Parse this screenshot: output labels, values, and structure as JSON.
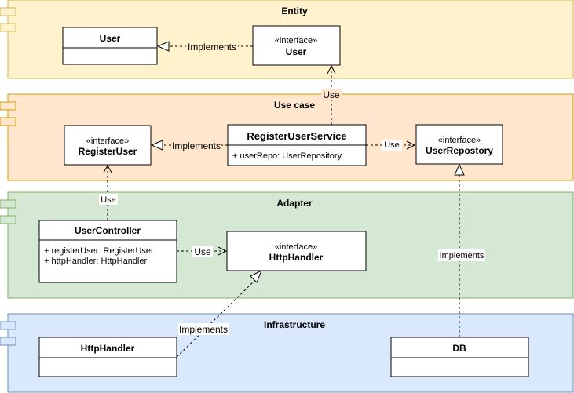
{
  "colors": {
    "entity_fill": "#fff2cc",
    "entity_stroke": "#d6b656",
    "usecase_fill": "#ffe6cc",
    "usecase_stroke": "#d79b00",
    "adapter_fill": "#d5e8d4",
    "adapter_stroke": "#82b366",
    "infra_fill": "#dae8fc",
    "infra_stroke": "#6c8ebf"
  },
  "packages": {
    "entity": "Entity",
    "usecase": "Use case",
    "adapter": "Adapter",
    "infrastructure": "Infrastructure"
  },
  "classes": {
    "entity_user": {
      "name": "User"
    },
    "entity_user_interface": {
      "stereotype": "«interface»",
      "name": "User"
    },
    "register_user_interface": {
      "stereotype": "«interface»",
      "name": "RegisterUser"
    },
    "register_user_service": {
      "name": "RegisterUserService",
      "attributes": [
        "+ userRepo: UserRepository"
      ]
    },
    "user_repository_interface": {
      "stereotype": "«interface»",
      "name": "UserRepostory"
    },
    "user_controller": {
      "name": "UserController",
      "attributes": [
        "+ registerUser: RegisterUser",
        "+ httpHandler: HttpHandler"
      ]
    },
    "http_handler_interface": {
      "stereotype": "«interface»",
      "name": "HttpHandler"
    },
    "infra_http_handler": {
      "name": "HttpHandler"
    },
    "infra_db": {
      "name": "DB"
    }
  },
  "edges": {
    "user_implements": "Implements",
    "service_uses_user": "Use",
    "service_implements_register": "Implements",
    "service_uses_repo": "Use",
    "controller_uses_register": "Use",
    "controller_uses_http": "Use",
    "db_implements_repo": "Implements",
    "http_implements": "Implements"
  }
}
